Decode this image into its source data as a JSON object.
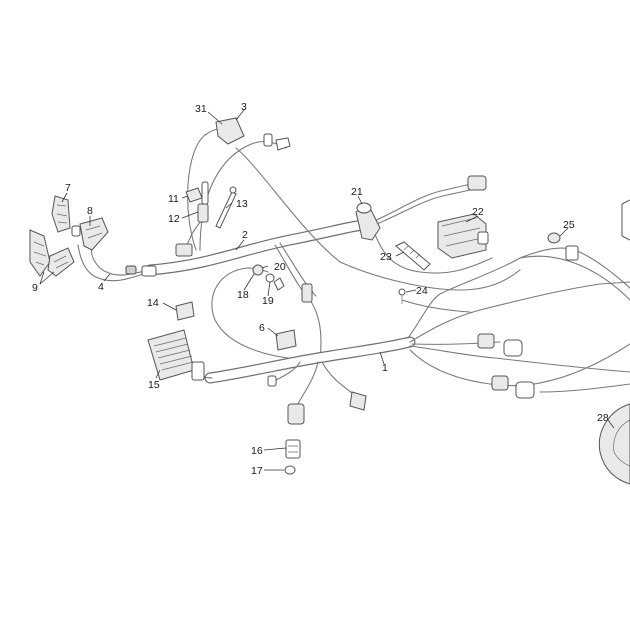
{
  "labels": {
    "harness_main": "1",
    "harness_front": "2",
    "item_3": "3",
    "harness_left": "4",
    "fuse_holder": "6",
    "indicator_left_upper": "7",
    "indicator_right_upper": "8",
    "indicator_left_lower": "9",
    "relay_small": "11",
    "switch_small": "12",
    "sensor_rod": "13",
    "connector_14": "14",
    "regulator": "15",
    "sender_unit": "16",
    "o_ring": "17",
    "bulb_socket": "18",
    "bulb": "19",
    "clip_20": "20",
    "spark_plug_cap": "21",
    "ignition_coil": "22",
    "spark_plug": "23",
    "screw_24": "24",
    "sensor_25": "25",
    "stator": "28",
    "switch_31": "31"
  }
}
